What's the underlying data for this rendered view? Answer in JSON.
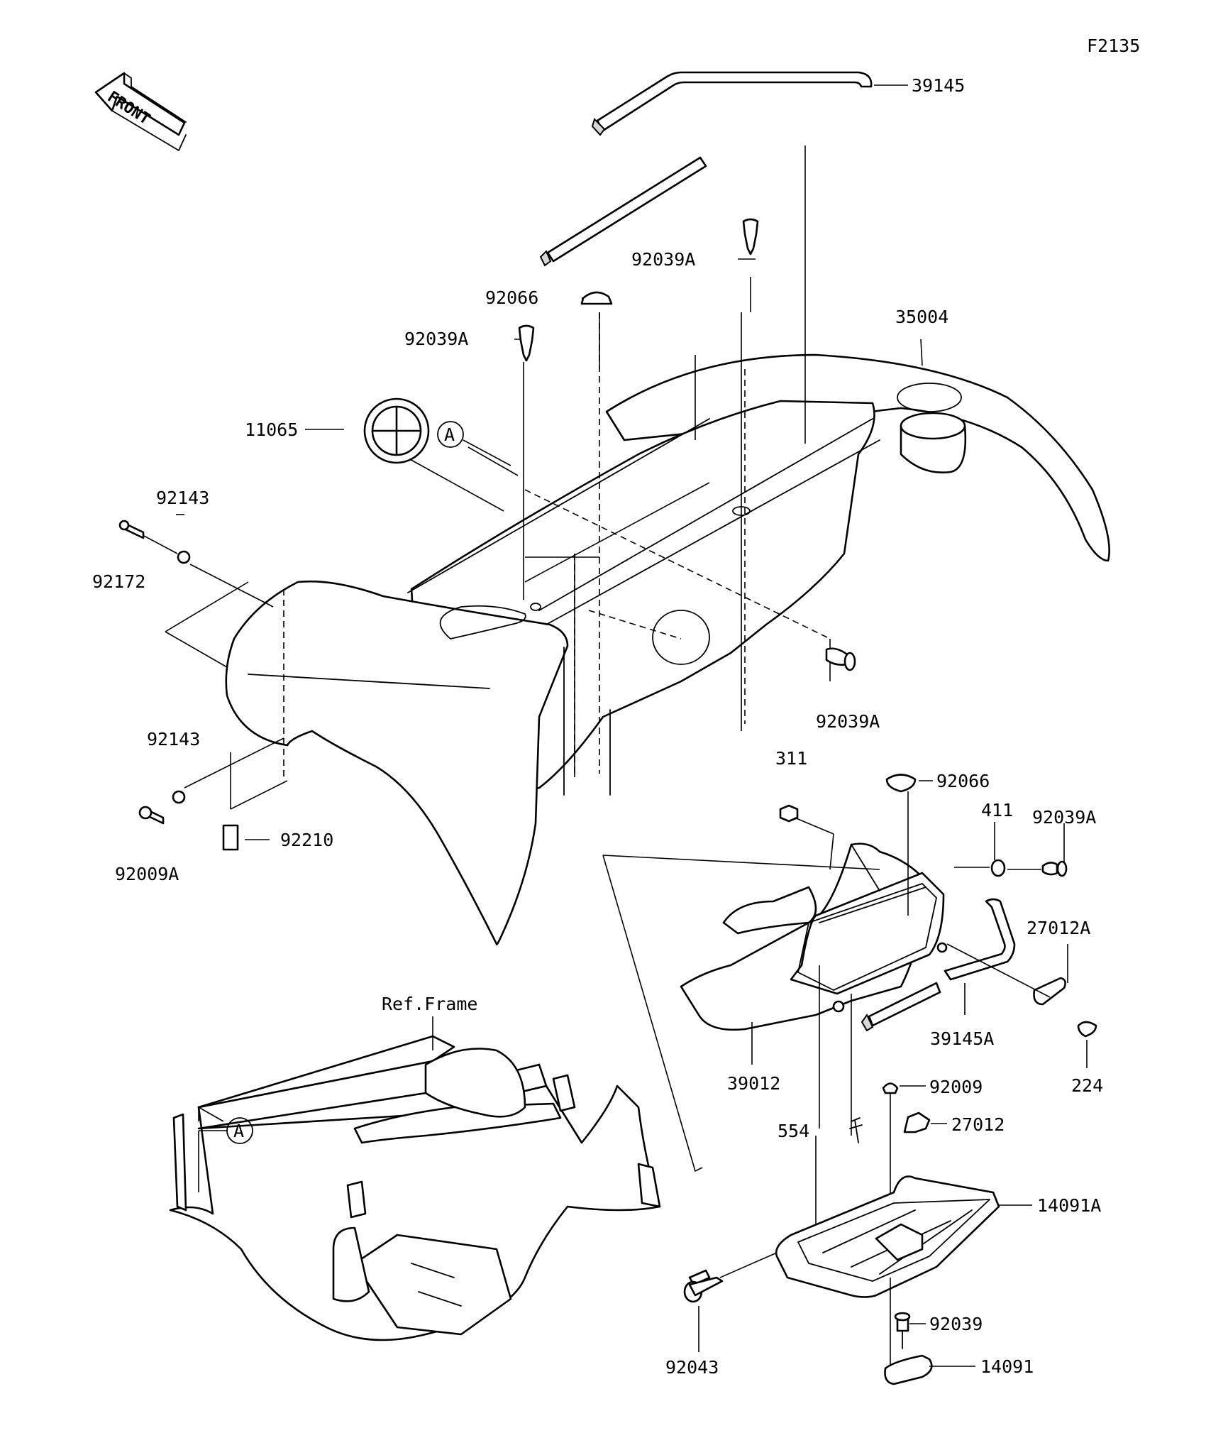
{
  "figure_code": "F2135",
  "front_label": "FRONT",
  "ref_frame_label": "Ref.Frame",
  "callout_a": "A",
  "parts": {
    "p39145": "39145",
    "p92039a_top": "92039A",
    "p92066_top": "92066",
    "p35004": "35004",
    "p92039a_left": "92039A",
    "p11065": "11065",
    "p92143_top": "92143",
    "p92172": "92172",
    "p92039a_mid": "92039A",
    "p92143_bot": "92143",
    "p92009a": "92009A",
    "p92210": "92210",
    "p311": "311",
    "p92066_right": "92066",
    "p411": "411",
    "p92039a_right": "92039A",
    "p27012a": "27012A",
    "p39145a": "39145A",
    "p39012": "39012",
    "p224": "224",
    "p92009": "92009",
    "p554": "554",
    "p27012": "27012",
    "p14091a": "14091A",
    "p92039": "92039",
    "p92043": "92043",
    "p14091": "14091"
  },
  "colors": {
    "line": "#000000",
    "background": "#ffffff"
  }
}
